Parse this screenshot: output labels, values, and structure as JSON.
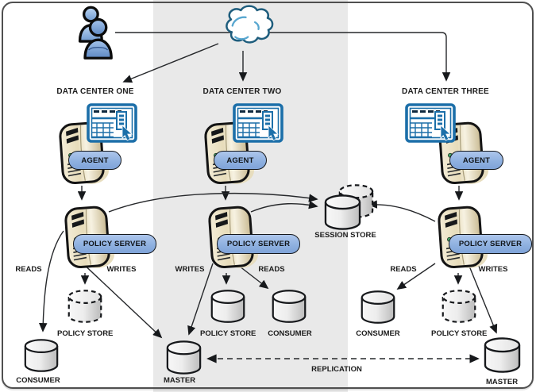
{
  "colors": {
    "pill_fill": "#8fb1e0",
    "pill_border": "#15181d",
    "band_background": "#e9e9e9",
    "browser_icon_blue": "#1c6fa9",
    "cloud_outline": "#1e5d7d",
    "server_body_tan": "#e9dfc2",
    "cylinder_gray": "#d6d6d6",
    "line_color": "#26282b",
    "canvas_background": "#ffffff",
    "frame_border": "#4f4f4f"
  },
  "internet": {
    "users_icon": "users-icon",
    "cloud_icon": "internet-cloud-icon"
  },
  "data_centers": [
    {
      "title": "DATA CENTER ONE",
      "agent_label": "AGENT",
      "policy_server_label": "POLICY SERVER",
      "reads_label": "READS",
      "writes_label": "WRITES",
      "policy_store_label": "POLICY STORE",
      "consumer_label": "CONSUMER"
    },
    {
      "title": "DATA CENTER TWO",
      "agent_label": "AGENT",
      "policy_server_label": "POLICY SERVER",
      "reads_label": "READS",
      "writes_label": "WRITES",
      "policy_store_label": "POLICY STORE",
      "consumer_label": "CONSUMER",
      "master_label": "MASTER"
    },
    {
      "title": "DATA CENTER THREE",
      "agent_label": "AGENT",
      "policy_server_label": "POLICY SERVER",
      "reads_label": "READS",
      "writes_label": "WRITES",
      "policy_store_label": "POLICY STORE",
      "consumer_label": "CONSUMER",
      "master_label": "MASTER"
    }
  ],
  "center": {
    "session_store_label": "SESSION STORE",
    "replication_label": "REPLICATION"
  }
}
